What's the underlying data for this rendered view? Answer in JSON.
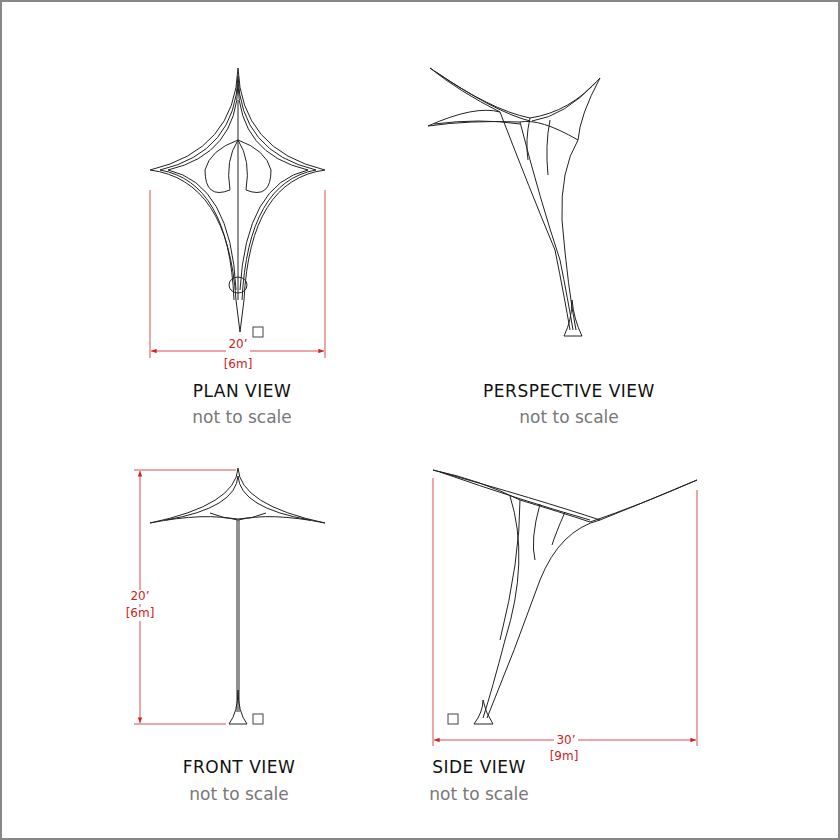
{
  "diagram": {
    "labels": [
      "20’",
      "[6m]",
      "PLAN VIEW",
      "not to scale",
      "PERSPECTIVE VIEW",
      "not to scale",
      "20’",
      "[6m]",
      "FRONT VIEW",
      "not to scale",
      "30’",
      "[9m]",
      "SIDE VIEW",
      "not to scale"
    ]
  }
}
